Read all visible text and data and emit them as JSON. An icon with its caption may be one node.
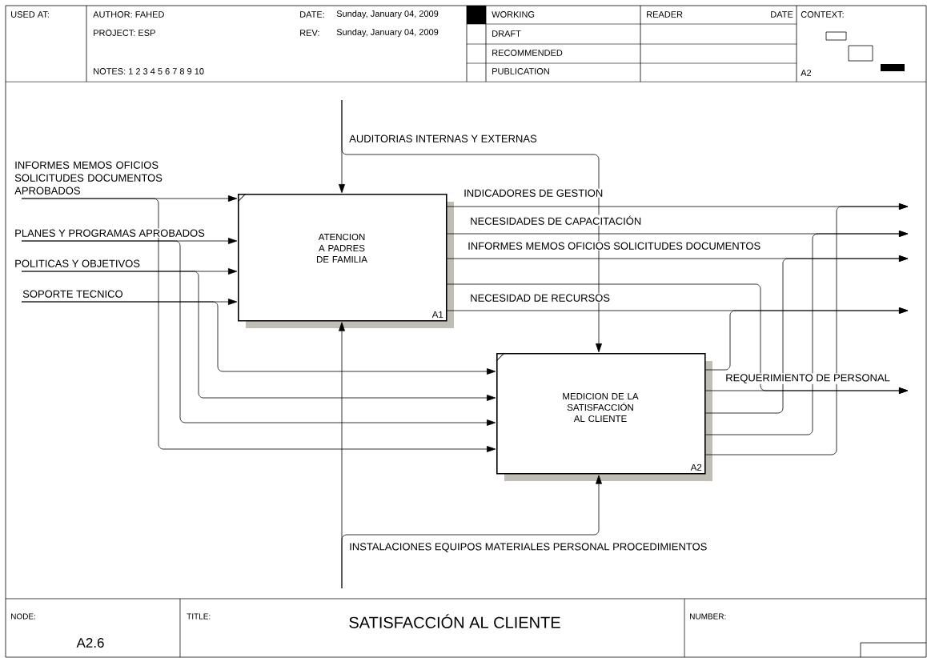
{
  "diagram": {
    "title": "SATISFACCIÓN AL CLIENTE",
    "nodes": [
      {
        "text": [
          "ATENCION A PADRES DE FAMILIA",
          "A1"
        ]
      },
      {
        "text": [
          "MEDICION DE LA SATISFACCIÓN AL CLIENTE",
          "A2"
        ]
      }
    ],
    "edges": [
      {
        "from": null,
        "to": 0,
        "arrow": "to",
        "label": "INFORMES MEMOS OFICIOS SOLICITUDES DOCUMENTOS APROBADOS"
      },
      {
        "from": null,
        "to": 1,
        "arrow": "to"
      },
      {
        "from": null,
        "to": 0,
        "arrow": "to",
        "label": "PLANES Y PROGRAMAS APROBADOS"
      },
      {
        "from": null,
        "to": 1,
        "arrow": "to"
      },
      {
        "from": null,
        "to": 0,
        "arrow": "to",
        "label": "POLITICAS Y OBJETIVOS"
      },
      {
        "from": null,
        "to": 1,
        "arrow": "to"
      },
      {
        "from": null,
        "to": 0,
        "arrow": "to",
        "label": "SOPORTE TECNICO"
      },
      {
        "from": null,
        "to": 1,
        "arrow": "to"
      },
      {
        "from": null,
        "to": 0,
        "arrow": "to",
        "label": "AUDITORIAS INTERNAS Y EXTERNAS"
      },
      {
        "from": null,
        "to": 1,
        "arrow": "to"
      },
      {
        "from": null,
        "to": 0,
        "arrow": "to",
        "label": "INSTALACIONES EQUIPOS MATERIALES PERSONAL PROCEDIMIENTOS"
      },
      {
        "from": null,
        "to": 1,
        "arrow": "to"
      },
      {
        "from": 0,
        "to": null,
        "arrow": "to",
        "label": "INDICADORES DE GESTION"
      },
      {
        "from": 1,
        "to": null,
        "arrow": "to"
      },
      {
        "from": 0,
        "to": null,
        "arrow": "to",
        "label": "NECESIDADES DE CAPACITACIÓN"
      },
      {
        "from": 1,
        "to": null,
        "arrow": "to"
      },
      {
        "from": 0,
        "to": null,
        "arrow": "to",
        "label": "INFORMES MEMOS OFICIOS SOLICITUDES DOCUMENTOS"
      },
      {
        "from": 1,
        "to": null,
        "arrow": "to"
      },
      {
        "from": 0,
        "to": null,
        "arrow": "to",
        "label": "NECESIDAD DE RECURSOS"
      },
      {
        "from": 1,
        "to": null,
        "arrow": "to"
      },
      {
        "from": 1,
        "to": null,
        "arrow": "to",
        "label": "REQUERIMIENTO DE PERSONAL"
      },
      {
        "from": 0,
        "to": null,
        "arrow": "to"
      }
    ],
    "labels": [
      "USED AT:",
      "AUTHOR: FAHED",
      "DATE:",
      "Sunday, January 04, 2009",
      "WORKING",
      "READER",
      "DATE",
      "CONTEXT:",
      "PROJECT: ESP",
      "REV:",
      "Sunday, January 04, 2009",
      "DRAFT",
      "RECOMMENDED",
      "NOTES: 1 2 3 4 5 6 7 8 9 10",
      "PUBLICATION",
      "A2",
      "NODE:",
      "TITLE:",
      "NUMBER:",
      "A2.6"
    ]
  }
}
